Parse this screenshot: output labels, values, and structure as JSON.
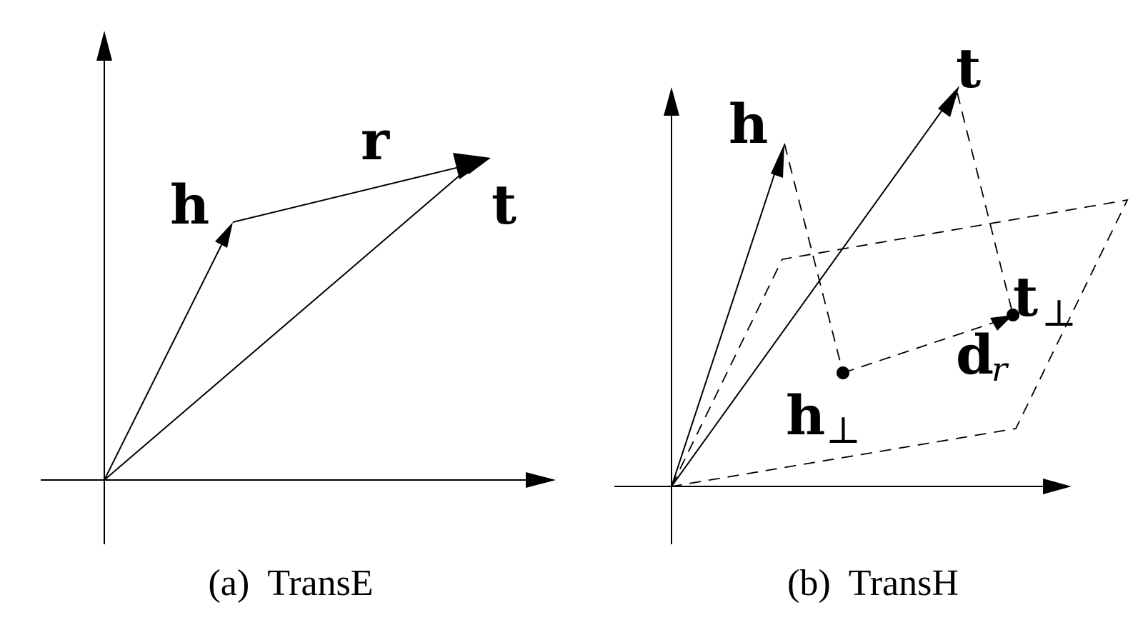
{
  "panels": [
    {
      "id": "a",
      "caption": "(a)  TransE",
      "labels": {
        "h": "h",
        "r": "r",
        "t": "t"
      }
    },
    {
      "id": "b",
      "caption": "(b)  TransH",
      "labels": {
        "h": "h",
        "t": "t",
        "h_perp": "h",
        "t_perp": "t",
        "perp_symbol": "⊥",
        "d": "d",
        "d_sub": "r"
      }
    }
  ]
}
